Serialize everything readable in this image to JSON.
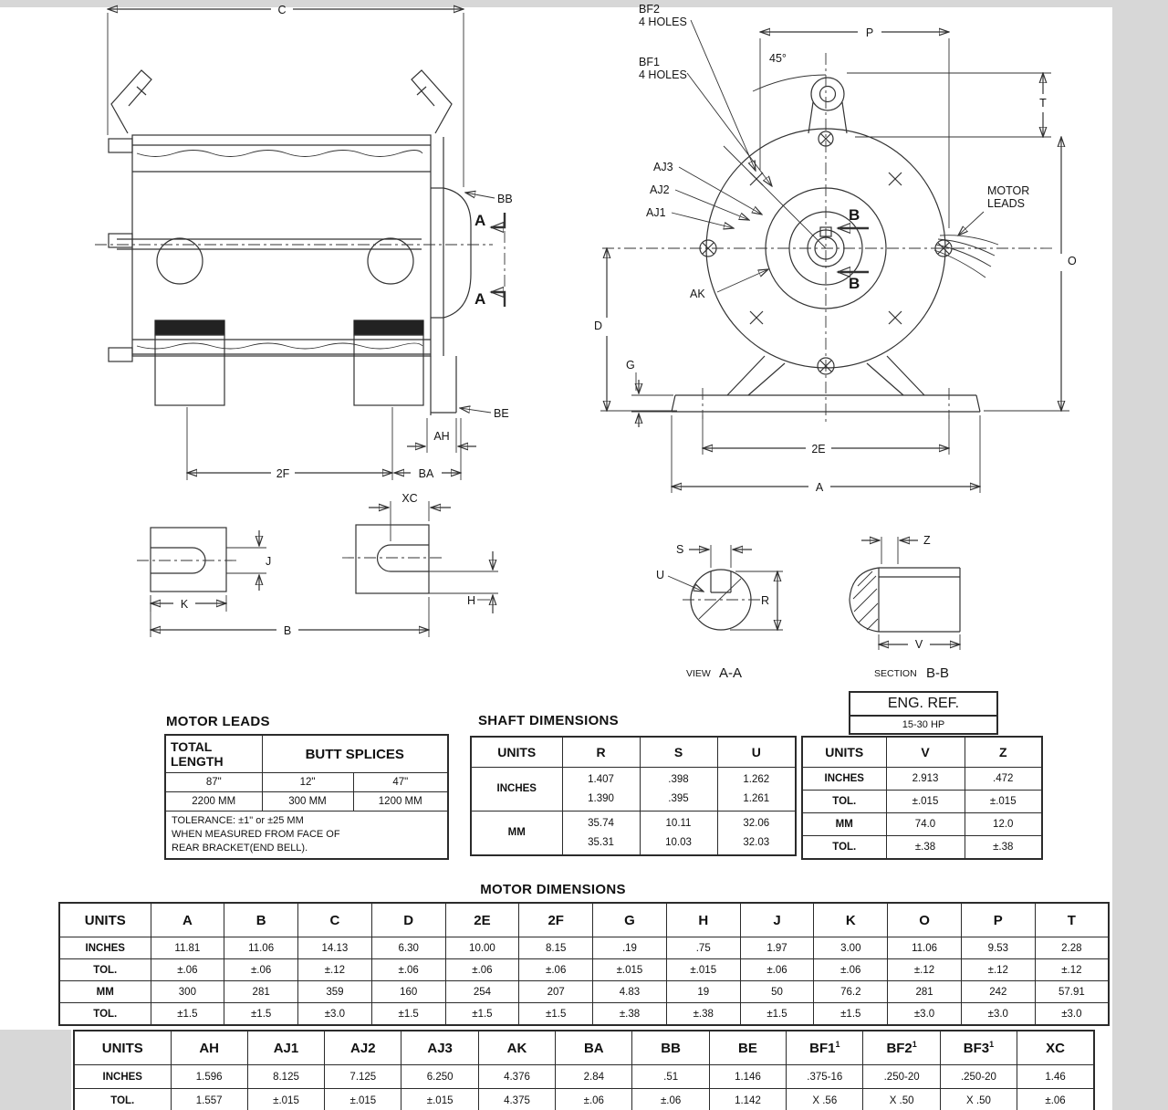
{
  "drawing": {
    "side": {
      "c": "C",
      "bb": "BB",
      "a1": "A",
      "a2": "A",
      "be": "BE",
      "ah": "AH",
      "ba": "BA",
      "f2": "2F"
    },
    "front": {
      "bf2": "BF2",
      "bf2s": "4 HOLES",
      "bf1": "BF1",
      "bf1s": "4 HOLES",
      "ang": "45°",
      "p": "P",
      "t": "T",
      "o": "O",
      "aj1": "AJ1",
      "aj2": "AJ2",
      "aj3": "AJ3",
      "ml1": "MOTOR",
      "ml2": "LEADS",
      "b1": "B",
      "b2": "B",
      "ak": "AK",
      "d": "D",
      "g": "G",
      "e2": "2E",
      "a": "A"
    },
    "keys": {
      "xc": "XC",
      "j": "J",
      "k": "K",
      "h": "H",
      "b": "B"
    },
    "viewaa": {
      "s": "S",
      "u": "U",
      "r": "R",
      "cap_pre": "VIEW",
      "cap": "A-A"
    },
    "sectbb": {
      "z": "Z",
      "v": "V",
      "cap_pre": "SECTION",
      "cap": "B-B"
    }
  },
  "eng_ref": {
    "title": "ENG. REF.",
    "value": "15-30 HP"
  },
  "motor_leads": {
    "title": "MOTOR LEADS",
    "hdr_total_1": "TOTAL",
    "hdr_total_2": "LENGTH",
    "hdr_splices": "BUTT SPLICES",
    "row_in": [
      "87\"",
      "12\"",
      "47\""
    ],
    "row_mm": [
      "2200 MM",
      "300 MM",
      "1200 MM"
    ],
    "note": "TOLERANCE:  ±1\" or  ±25 MM\nWHEN MEASURED FROM FACE OF\nREAR BRACKET(END BELL)."
  },
  "shaft_dimensions": {
    "title": "SHAFT DIMENSIONS",
    "rsu": {
      "headers": [
        "UNITS",
        "R",
        "S",
        "U"
      ],
      "rows": [
        [
          "INCHES",
          "1.407\n1.390",
          ".398\n.395",
          "1.262\n1.261"
        ],
        [
          "MM",
          "35.74\n35.31",
          "10.11\n10.03",
          "32.06\n32.03"
        ]
      ]
    },
    "vz": {
      "headers": [
        "UNITS",
        "V",
        "Z"
      ],
      "rows": [
        [
          "INCHES",
          "2.913",
          ".472"
        ],
        [
          "TOL.",
          "±.015",
          "±.015"
        ],
        [
          "MM",
          "74.0",
          "12.0"
        ],
        [
          "TOL.",
          "±.38",
          "±.38"
        ]
      ]
    }
  },
  "motor_dimensions": {
    "title": "MOTOR DIMENSIONS",
    "main": {
      "headers": [
        "UNITS",
        "A",
        "B",
        "C",
        "D",
        "2E",
        "2F",
        "G",
        "H",
        "J",
        "K",
        "O",
        "P",
        "T"
      ],
      "rows": [
        [
          "INCHES",
          "11.81",
          "11.06",
          "14.13",
          "6.30",
          "10.00",
          "8.15",
          ".19",
          ".75",
          "1.97",
          "3.00",
          "11.06",
          "9.53",
          "2.28"
        ],
        [
          "TOL.",
          "±.06",
          "±.06",
          "±.12",
          "±.06",
          "±.06",
          "±.06",
          "±.015",
          "±.015",
          "±.06",
          "±.06",
          "±.12",
          "±.12",
          "±.12"
        ],
        [
          "MM",
          "300",
          "281",
          "359",
          "160",
          "254",
          "207",
          "4.83",
          "19",
          "50",
          "76.2",
          "281",
          "242",
          "57.91"
        ],
        [
          "TOL.",
          "±1.5",
          "±1.5",
          "±3.0",
          "±1.5",
          "±1.5",
          "±1.5",
          "±.38",
          "±.38",
          "±1.5",
          "±1.5",
          "±3.0",
          "±3.0",
          "±3.0"
        ]
      ]
    },
    "aux": {
      "headers": [
        {
          "label": "UNITS",
          "sup": ""
        },
        {
          "label": "AH",
          "sup": ""
        },
        {
          "label": "AJ1",
          "sup": ""
        },
        {
          "label": "AJ2",
          "sup": ""
        },
        {
          "label": "AJ3",
          "sup": ""
        },
        {
          "label": "AK",
          "sup": ""
        },
        {
          "label": "BA",
          "sup": ""
        },
        {
          "label": "BB",
          "sup": ""
        },
        {
          "label": "BE",
          "sup": ""
        },
        {
          "label": "BF1",
          "sup": "1"
        },
        {
          "label": "BF2",
          "sup": "1"
        },
        {
          "label": "BF3",
          "sup": "1"
        },
        {
          "label": "XC",
          "sup": ""
        }
      ],
      "rows": [
        [
          "INCHES",
          "1.596",
          "8.125",
          "7.125",
          "6.250",
          "4.376",
          "2.84",
          ".51",
          "1.146",
          ".375-16",
          ".250-20",
          ".250-20",
          "1.46"
        ],
        [
          "TOL.",
          "1.557",
          "±.015",
          "±.015",
          "±.015",
          "4.375",
          "±.06",
          "±.06",
          "1.142",
          "X .56",
          "X .50",
          "X .50",
          "±.06"
        ]
      ]
    }
  }
}
